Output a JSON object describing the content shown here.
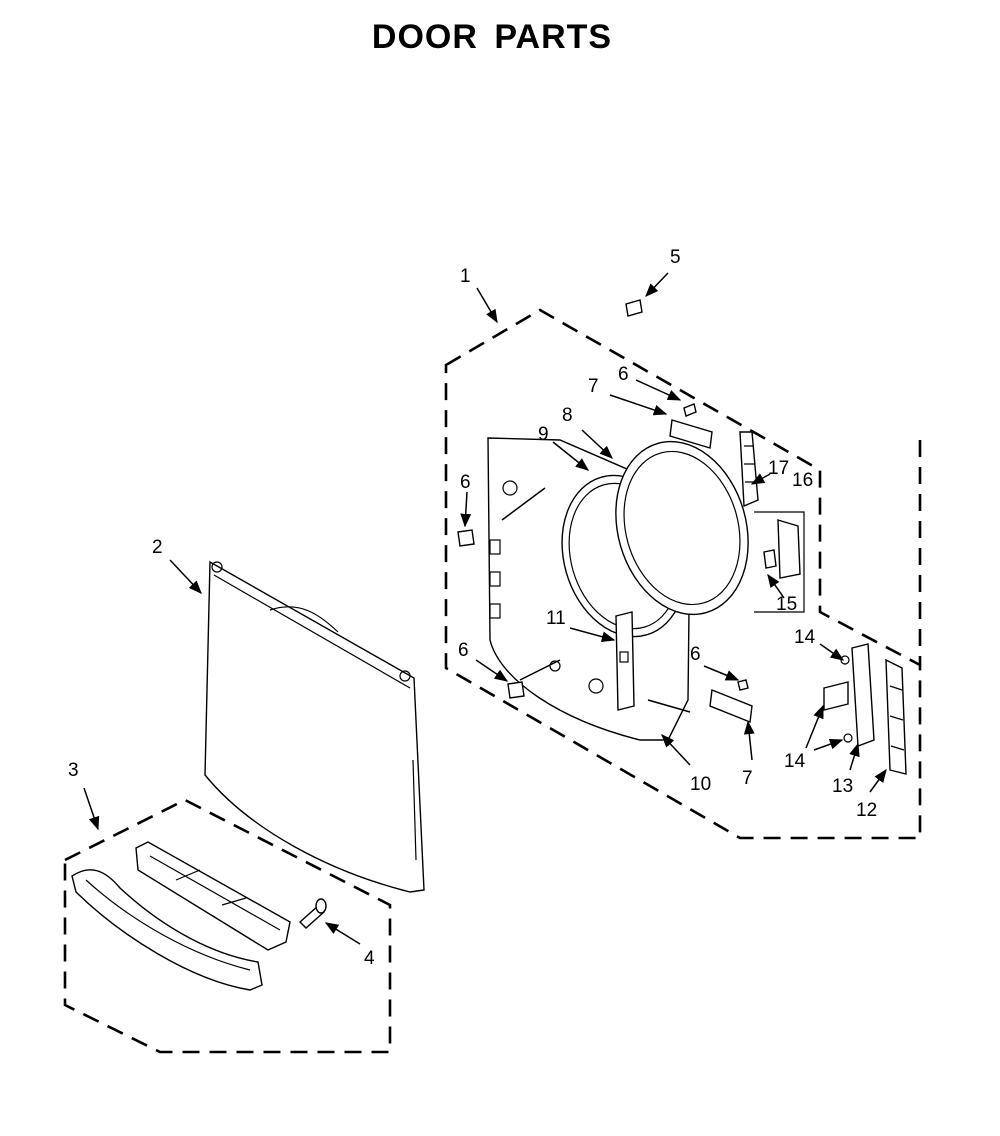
{
  "title": "DOOR PARTS",
  "callouts": [
    "1",
    "2",
    "3",
    "4",
    "5",
    "6",
    "7",
    "8",
    "9",
    "6",
    "10",
    "11",
    "6",
    "6",
    "7",
    "12",
    "13",
    "14",
    "14",
    "15",
    "16",
    "17"
  ]
}
